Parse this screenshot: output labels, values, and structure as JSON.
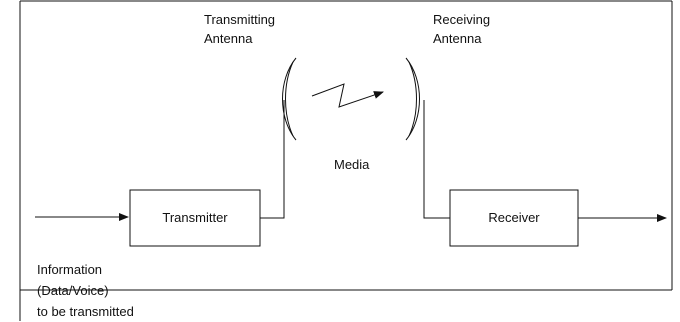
{
  "labels": {
    "transmitting_antenna_1": "Transmitting",
    "transmitting_antenna_2": "Antenna",
    "receiving_antenna_1": "Receiving",
    "receiving_antenna_2": "Antenna",
    "media": "Media",
    "transmitter": "Transmitter",
    "receiver": "Receiver",
    "information_1": "Information",
    "information_2": "(Data/Voice)",
    "information_3": "to be transmitted"
  },
  "colors": {
    "line": "#111111",
    "background": "#ffffff"
  }
}
